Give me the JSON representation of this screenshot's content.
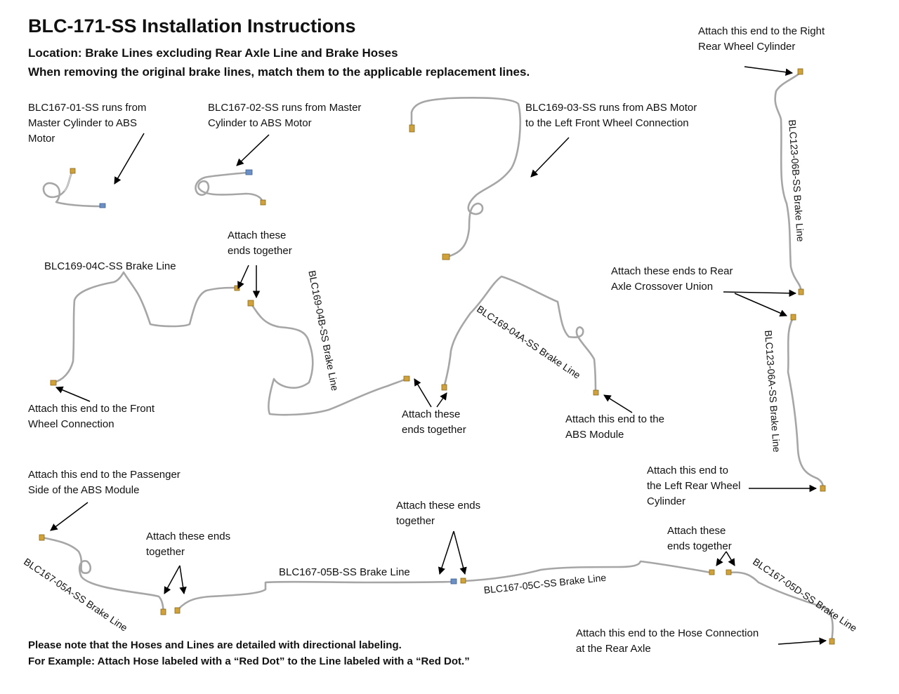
{
  "header": {
    "title": "BLC-171-SS Installation Instructions",
    "location": "Location: Brake Lines excluding Rear Axle Line and Brake Hoses",
    "instruction": "When removing the original brake lines, match them to the applicable replacement lines."
  },
  "descriptions": {
    "line_01": "BLC167-01-SS runs from\nMaster Cylinder to ABS\nMotor",
    "line_02": "BLC167-02-SS runs from Master\nCylinder to ABS Motor",
    "line_03": "BLC169-03-SS runs from ABS Motor\nto the Left Front Wheel Connection"
  },
  "line_labels": {
    "l04c": "BLC169-04C-SS Brake Line",
    "l04b": "BLC169-04B-SS Brake Line",
    "l04a": "BLC169-04A-SS Brake Line",
    "l06b": "BLC123-06B-SS Brake Line",
    "l06a": "BLC123-06A-SS Brake Line",
    "l05a": "BLC167-05A-SS Brake Line",
    "l05b": "BLC167-05B-SS Brake Line",
    "l05c": "BLC167-05C-SS Brake Line",
    "l05d": "BLC167-05D-SS Brake Line"
  },
  "annotations": {
    "right_rear_wheel": "Attach this end to the Right\nRear Wheel Cylinder",
    "ends_together_a": "Attach these\nends together",
    "front_wheel": "Attach this end to the Front\nWheel Connection",
    "ends_together_b": "Attach these\nends together",
    "abs_module": "Attach this end to the\nABS Module",
    "rear_axle_crossover": "Attach these ends to Rear\nAxle Crossover Union",
    "left_rear_wheel": "Attach this end to\nthe Left Rear Wheel\nCylinder",
    "passenger_abs": "Attach this end to the Passenger\nSide of the ABS Module",
    "ends_together_c": "Attach these ends\ntogether",
    "ends_together_d": "Attach these ends\ntogether",
    "ends_together_e": "Attach these\nends together",
    "hose_rear_axle": "Attach this end to the Hose Connection\nat the Rear Axle"
  },
  "notes": {
    "line1": "Please note that the Hoses and Lines are detailed with directional labeling.",
    "line2": "For Example: Attach Hose labeled with a “Red Dot” to the Line labeled with a “Red Dot.”"
  }
}
